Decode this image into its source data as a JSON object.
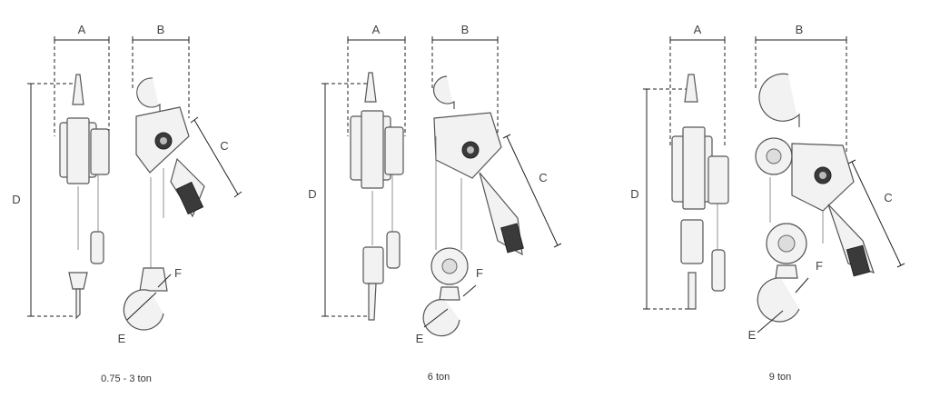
{
  "dimension_labels": {
    "a": "A",
    "b": "B",
    "c": "C",
    "d": "D",
    "e": "E",
    "f": "F"
  },
  "variants": [
    {
      "caption": "0.75 - 3 ton"
    },
    {
      "caption": "6 ton"
    },
    {
      "caption": "9 ton"
    }
  ]
}
